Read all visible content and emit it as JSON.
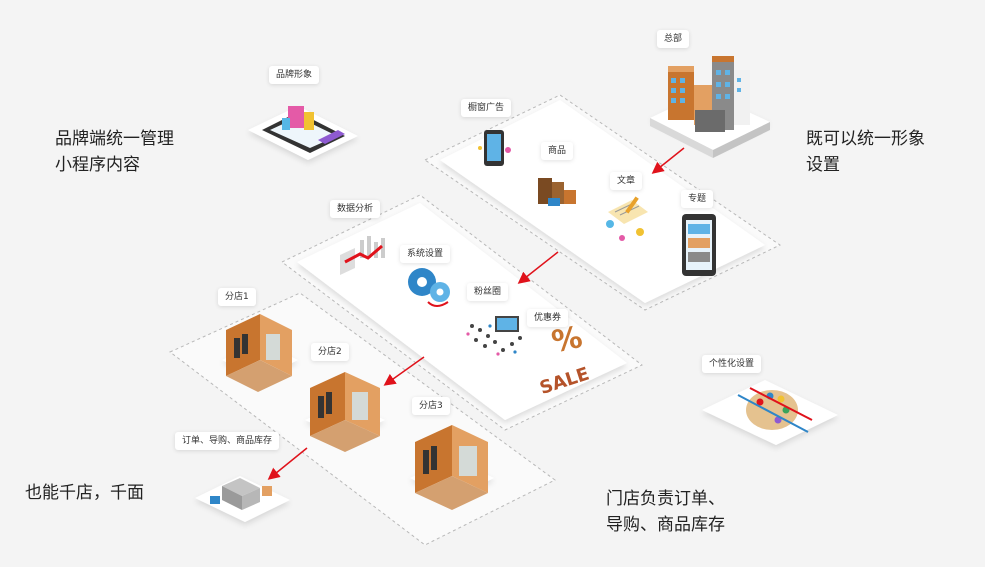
{
  "captions": {
    "brand": [
      "品牌端统一管理",
      "小程序内容"
    ],
    "unified": [
      "既可以统一形象",
      "设置"
    ],
    "stores": [
      "也能千店，千面"
    ],
    "store_duty": [
      "门店负责订单、",
      "导购、商品库存"
    ]
  },
  "labels": {
    "hq": "总部",
    "brand_image": "品牌形象",
    "window_ads": "橱窗广告",
    "products": "商品",
    "articles": "文章",
    "topics": "专题",
    "data_analysis": "数据分析",
    "system_settings": "系统设置",
    "fans": "粉丝圈",
    "coupons": "优惠券",
    "branch1": "分店1",
    "branch2": "分店2",
    "branch3": "分店3",
    "order_guide_stock": "订单、导购、商品库存",
    "personalization": "个性化设置"
  },
  "coupon_sign": {
    "percent": "%",
    "sale": "SALE"
  },
  "colors": {
    "arrow": "#e0121b",
    "platform": "#ffffff",
    "dashed": "#b8b8b8",
    "brick": "#c8752f",
    "blue": "#2f86c8",
    "gold": "#e8a12b"
  }
}
